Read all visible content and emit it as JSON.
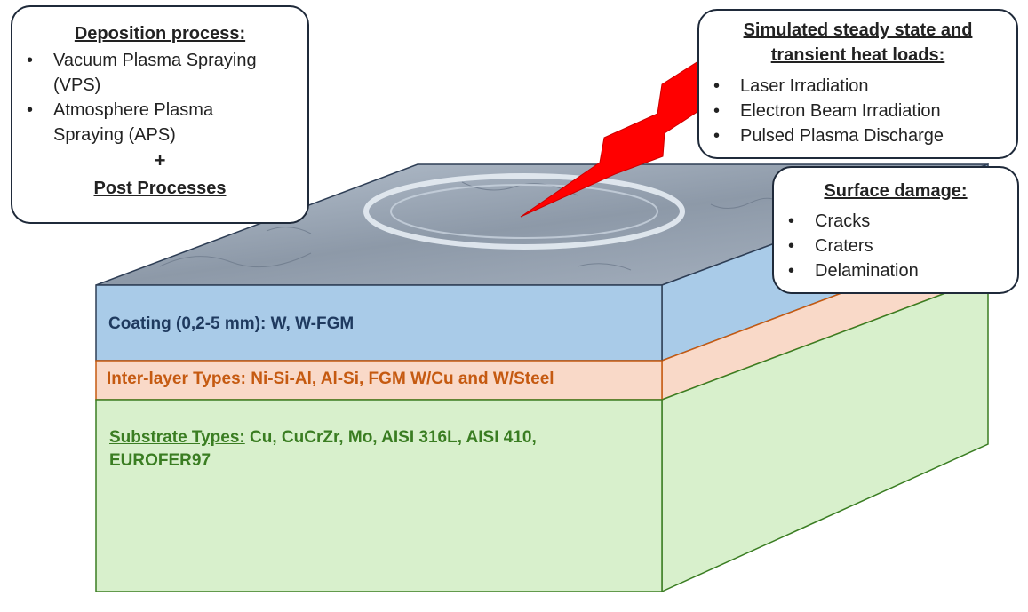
{
  "layers": {
    "coating": {
      "label": "Coating (0,2-5 mm):",
      "value": " W, W-FGM",
      "color": "#1f3a5f",
      "fill": "#a9cbe8"
    },
    "interlayer": {
      "label": "Inter-layer Types",
      "value": ": Ni-Si-Al, Al-Si, FGM W/Cu and W/Steel",
      "color": "#c55a11",
      "fill": "#f9d9c8"
    },
    "substrate": {
      "label": "Substrate Types:",
      "value": " Cu, CuCrZr, Mo, AISI 316L, AISI 410,",
      "value2": "EUROFER97",
      "color": "#3a7d22",
      "fill": "#d8f0cc"
    }
  },
  "deposition": {
    "title": "Deposition process:",
    "items": [
      "Vacuum Plasma Spraying",
      "(VPS)",
      "Atmosphere Plasma",
      "Spraying (APS)"
    ],
    "plus": "+",
    "post": "Post Processes"
  },
  "heatloads": {
    "title_line1": "Simulated steady state and",
    "title_line2": "transient heat loads:",
    "items": [
      "Laser Irradiation",
      "Electron Beam Irradiation",
      "Pulsed Plasma Discharge"
    ]
  },
  "damage": {
    "title": "Surface damage:",
    "items": [
      "Cracks",
      "Craters",
      "Delamination"
    ]
  },
  "bullet": "•",
  "colors": {
    "beam": "#ff0000",
    "surface": "#8a97a8",
    "border": "#1f2a3a"
  }
}
